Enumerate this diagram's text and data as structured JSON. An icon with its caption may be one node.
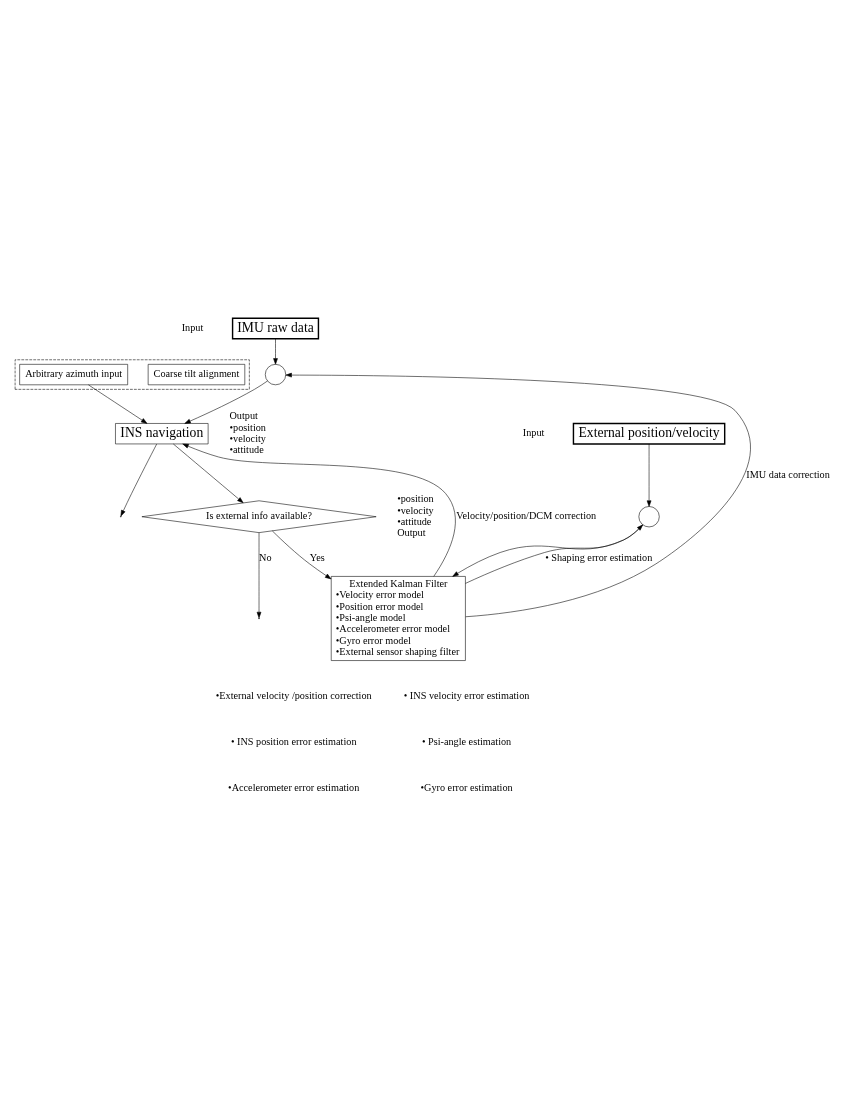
{
  "diagram": {
    "nodes": [
      {
        "text": [],
        "shape": "box"
      },
      {
        "text": [
          "Coarse tilt alignment"
        ],
        "in": 0
      },
      {
        "text": [
          "Arbitrary azimuth input"
        ],
        "in": 0
      },
      {
        "text": [
          "IMU raw data"
        ],
        "beside": [
          "Input"
        ]
      },
      {
        "text": [],
        "shape": "circle"
      },
      {
        "text": [
          "INS navigation"
        ],
        "beside": [
          "Output",
          "•position",
          "•velocity",
          "•attitude"
        ]
      },
      {
        "text": [
          "External position/velocity"
        ],
        "beside": [
          "Input"
        ]
      },
      {
        "text": [],
        "shape": "circle"
      },
      {
        "text": [
          "Is external info available?"
        ],
        "beside": [
          "•position",
          "•velocity",
          "•attitude",
          "Output"
        ]
      },
      {
        "text": [
          "Extended Kalman Filter",
          "•Velocity error model",
          "•Position error model",
          "•Psi-angle model",
          "•Accelerometer error model",
          "•Gyro error model",
          "•External sensor shaping filter"
        ]
      }
    ],
    "edges": [
      {
        "from": 3,
        "to": 4,
        "arrow": "to"
      },
      {
        "from": 4,
        "to": 5,
        "arrow": "to"
      },
      {
        "from": 2,
        "to": 5,
        "arrow": "to"
      },
      {
        "from": 5,
        "to": null,
        "arrow": "to"
      },
      {
        "from": 5,
        "to": 8,
        "arrow": "to"
      },
      {
        "from": 8,
        "to": null,
        "arrow": "to",
        "label": "No"
      },
      {
        "from": 8,
        "to": 9,
        "arrow": "to",
        "label": "Yes"
      },
      {
        "from": 6,
        "to": 7,
        "arrow": "to"
      },
      {
        "from": 7,
        "to": 9,
        "arrow": "to"
      },
      {
        "from": 9,
        "to": 7,
        "arrow": "to",
        "label": "• Shaping error estimation"
      },
      {
        "from": 9,
        "to": 5,
        "arrow": "to",
        "label": "Velocity/position/DCM correction"
      },
      {
        "from": 9,
        "to": 4,
        "arrow": "to",
        "label": "IMU data correction"
      }
    ],
    "labels": [
      "•External velocity /position correction",
      "• INS velocity error estimation",
      "• INS position error estimation",
      "• Psi-angle estimation",
      "•Accelerometer error estimation",
      "•Gyro error estimation"
    ]
  }
}
